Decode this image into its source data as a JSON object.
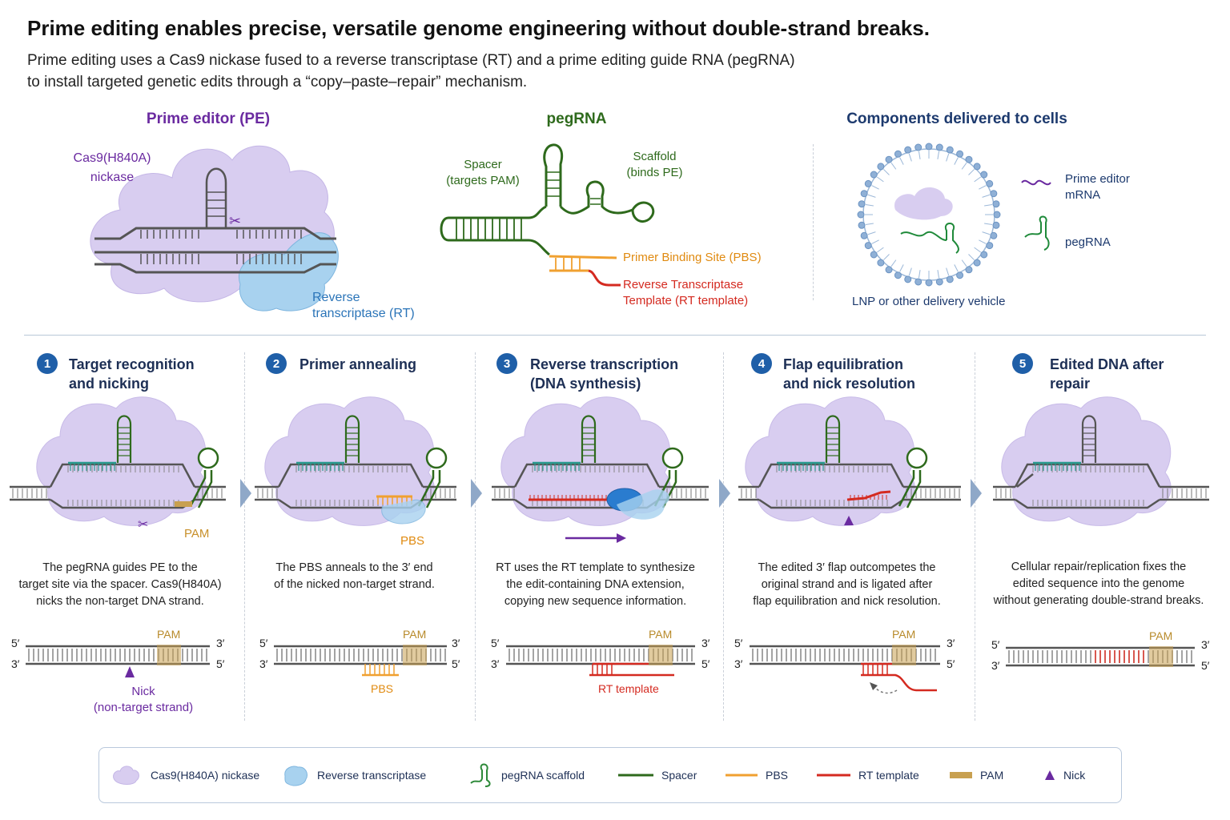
{
  "header": {
    "title": "Prime editing enables precise, versatile genome engineering without double-strand breaks.",
    "subtitle_line1": "Prime editing uses a Cas9 nickase fused to a reverse transcriptase (RT) and a prime editing guide RNA (pegRNA)",
    "subtitle_line2": "to install targeted genetic edits through a “copy–paste–repair” mechanism."
  },
  "top": {
    "pe": {
      "title": "Prime editor (PE)",
      "cas9_line1": "Cas9(H840A)",
      "cas9_line2": "nickase",
      "rt_line1": "Reverse",
      "rt_line2": "transcriptase (RT)"
    },
    "pegrna": {
      "title": "pegRNA",
      "spacer_line1": "Spacer",
      "spacer_line2": "(targets PAM)",
      "scaffold_line1": "Scaffold",
      "scaffold_line2": "(binds PE)",
      "pbs": "Primer Binding Site (PBS)",
      "rtt_line1": "Reverse Transcriptase",
      "rtt_line2": "Template (RT template)"
    },
    "delivery": {
      "title": "Components delivered to cells",
      "mrna_line1": "Prime editor",
      "mrna_line2": "mRNA",
      "pegrna": "pegRNA",
      "vehicle": "LNP or other delivery vehicle"
    }
  },
  "steps": [
    {
      "num": "1",
      "title_line1": "Target recognition",
      "title_line2": "and nicking",
      "desc_line1": "The pegRNA guides PE to the",
      "desc_line2": "target site via the spacer. Cas9(H840A)",
      "desc_line3": "nicks the non-target DNA strand.",
      "illus_label": "PAM",
      "pam": "PAM",
      "nick_line1": "Nick",
      "nick_line2": "(non-target strand)"
    },
    {
      "num": "2",
      "title_line1": "Primer annealing",
      "title_line2": "",
      "desc_line1": "The PBS anneals to the 3′ end",
      "desc_line2": "of the nicked non-target strand.",
      "desc_line3": "",
      "illus_label": "PBS",
      "pam": "PAM",
      "below": "PBS"
    },
    {
      "num": "3",
      "title_line1": "Reverse transcription",
      "title_line2": "(DNA synthesis)",
      "desc_line1": "RT uses the RT template to synthesize",
      "desc_line2": "the edit-containing DNA extension,",
      "desc_line3": "copying new sequence information.",
      "pam": "PAM",
      "below": "RT template"
    },
    {
      "num": "4",
      "title_line1": "Flap equilibration",
      "title_line2": "and nick resolution",
      "desc_line1": "The edited 3′ flap outcompetes the",
      "desc_line2": "original strand and is ligated after",
      "desc_line3": "flap equilibration and nick resolution.",
      "pam": "PAM"
    },
    {
      "num": "5",
      "title_line1": "Edited DNA after",
      "title_line2": "repair",
      "desc_line1": "Cellular repair/replication fixes the",
      "desc_line2": "edited sequence into the genome",
      "desc_line3": "without generating double-strand breaks.",
      "pam": "PAM"
    }
  ],
  "strand_ends": {
    "five": "5′",
    "three": "3′"
  },
  "legend": {
    "cas9": "Cas9(H840A) nickase",
    "rt": "Reverse transcriptase",
    "scaffold": "pegRNA scaffold",
    "spacer": "Spacer",
    "pbs": "PBS",
    "rtt": "RT template",
    "pam": "PAM",
    "nick": "Nick"
  },
  "colors": {
    "cas9": "#cfc4ec",
    "rt": "#8fc3e8",
    "spacer": "#2e6a1c",
    "pbs": "#f0a030",
    "rtt": "#d42a20",
    "pam": "#c8a050",
    "nick": "#6a2aa0",
    "teal": "#2a9a8e"
  }
}
